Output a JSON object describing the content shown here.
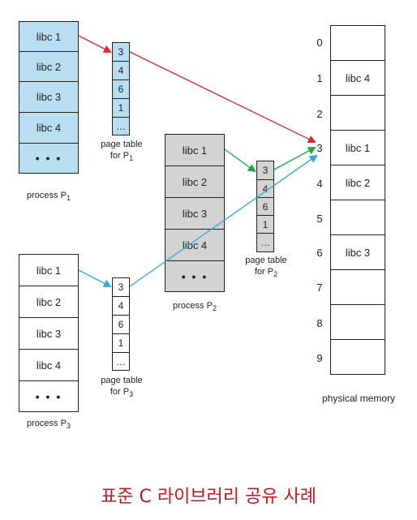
{
  "diagram": {
    "process_p1": {
      "blocks": [
        "libc 1",
        "libc 2",
        "libc 3",
        "libc 4",
        "• • •"
      ],
      "label": "process P",
      "label_sub": "1",
      "fill": "#b8def2"
    },
    "process_p2": {
      "blocks": [
        "libc 1",
        "libc 2",
        "libc 3",
        "libc 4",
        "• • •"
      ],
      "label": "process P",
      "label_sub": "2",
      "fill": "#d3d3d3"
    },
    "process_p3": {
      "blocks": [
        "libc 1",
        "libc 2",
        "libc 3",
        "libc 4",
        "• • •"
      ],
      "label": "process P",
      "label_sub": "3",
      "fill": "#ffffff"
    },
    "page_table_p1": {
      "entries": [
        "3",
        "4",
        "6",
        "1",
        "…"
      ],
      "label_line1": "page table",
      "label_line2": "for P",
      "label_sub": "1"
    },
    "page_table_p2": {
      "entries": [
        "3",
        "4",
        "6",
        "1",
        "…"
      ],
      "label_line1": "page table",
      "label_line2": "for P",
      "label_sub": "2"
    },
    "page_table_p3": {
      "entries": [
        "3",
        "4",
        "6",
        "1",
        "…"
      ],
      "label_line1": "page table",
      "label_line2": "for P",
      "label_sub": "3"
    },
    "physical_memory": {
      "frames": [
        {
          "index": "0",
          "content": ""
        },
        {
          "index": "1",
          "content": "libc 4"
        },
        {
          "index": "2",
          "content": ""
        },
        {
          "index": "3",
          "content": "libc 1"
        },
        {
          "index": "4",
          "content": "libc 2"
        },
        {
          "index": "5",
          "content": ""
        },
        {
          "index": "6",
          "content": "libc 3"
        },
        {
          "index": "7",
          "content": ""
        },
        {
          "index": "8",
          "content": ""
        },
        {
          "index": "9",
          "content": ""
        }
      ],
      "label": "physical memory"
    },
    "arrow_colors": {
      "p1": "#e0262b",
      "p2": "#1fa54a",
      "p3": "#27a9e1"
    }
  },
  "title": "표준 C 라이브러리 공유 사례"
}
